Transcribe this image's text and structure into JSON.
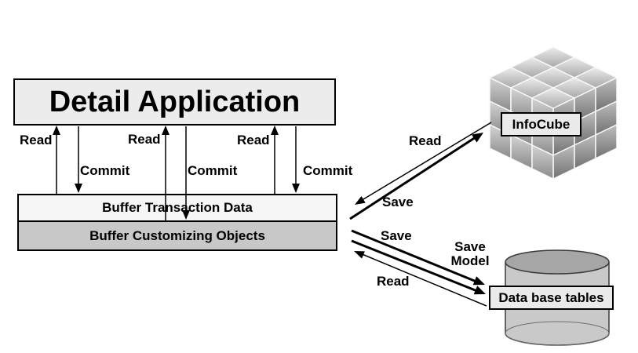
{
  "app_box": {
    "label": "Detail Application"
  },
  "buffer": {
    "transaction_label": "Buffer Transaction Data",
    "customizing_label": "Buffer Customizing Objects"
  },
  "vertical_flows": [
    {
      "read": "Read",
      "commit": "Commit"
    },
    {
      "read": "Read",
      "commit": "Commit"
    },
    {
      "read": "Read",
      "commit": "Commit"
    }
  ],
  "infocube": {
    "label": "InfoCube",
    "read_label": "Read",
    "save_label": "Save"
  },
  "database": {
    "label": "Data base tables",
    "save_label": "Save",
    "save_model_label": "Save Model",
    "read_label": "Read"
  },
  "colors": {
    "app_box_fill": "#ececec",
    "buffer_transaction_fill": "#f6f6f6",
    "buffer_customizing_fill": "#c8c8c8",
    "label_box_fill": "#eaeaea",
    "cylinder_body": "#c9c9c9",
    "cylinder_top": "#a6a6a6",
    "line": "#000000"
  }
}
